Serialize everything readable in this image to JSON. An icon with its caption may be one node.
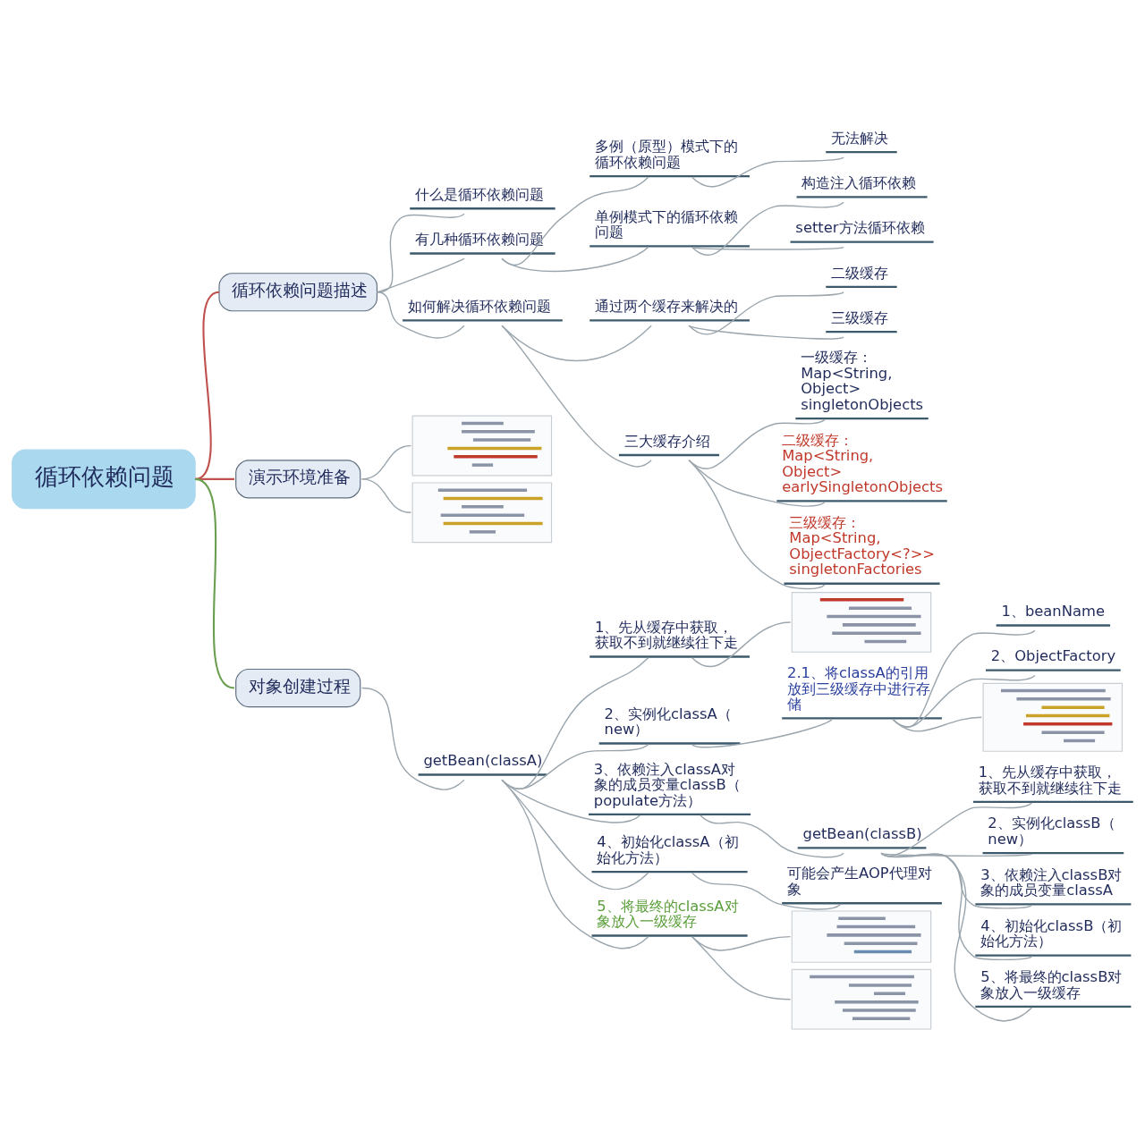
{
  "diagram": {
    "nodes": [
      {
        "text": [
          "循环依赖问题"
        ]
      },
      {
        "text": [
          "循环依赖问题描述"
        ]
      },
      {
        "text": [
          "什么是循环依赖问题"
        ]
      },
      {
        "text": [
          "有几种循环依赖问题"
        ]
      },
      {
        "text": [
          "多例（原型）模式下的循环依赖问题"
        ]
      },
      {
        "text": [
          "无法解决"
        ]
      },
      {
        "text": [
          "单例模式下的循环依赖问题"
        ]
      },
      {
        "text": [
          "构造注入循环依赖"
        ]
      },
      {
        "text": [
          "setter方法循环依赖"
        ]
      },
      {
        "text": [
          "如何解决循环依赖问题"
        ]
      },
      {
        "text": [
          "通过两个缓存来解决的"
        ]
      },
      {
        "text": [
          "二级缓存"
        ]
      },
      {
        "text": [
          "三级缓存"
        ]
      },
      {
        "text": [
          "三大缓存介绍"
        ]
      },
      {
        "text": [
          "一级缓存：Map<String, Object> singletonObjects"
        ]
      },
      {
        "text": [
          "二级缓存：Map<String, Object> earlySingletonObjects"
        ]
      },
      {
        "text": [
          "三级缓存：Map<String, ObjectFactory<?>> singletonFactories"
        ]
      },
      {
        "text": [
          "演示环境准备"
        ]
      },
      {
        "text": [],
        "shape": "picture"
      },
      {
        "text": [],
        "shape": "picture"
      },
      {
        "text": [
          "对象创建过程"
        ]
      },
      {
        "text": [
          "getBean(classA)"
        ]
      },
      {
        "text": [
          "1、先从缓存中获取，获取不到就继续往下走"
        ]
      },
      {
        "text": [],
        "shape": "picture"
      },
      {
        "text": [
          "2、实例化classA（new）"
        ]
      },
      {
        "text": [
          "2.1、将classA的引用放到三级缓存中进行存储"
        ]
      },
      {
        "text": [
          "1、beanName"
        ]
      },
      {
        "text": [
          "2、ObjectFactory"
        ]
      },
      {
        "text": [],
        "shape": "picture"
      },
      {
        "text": [
          "3、依赖注入classA对象的成员变量classB（populate方法）"
        ]
      },
      {
        "text": [
          "getBean(classB)"
        ]
      },
      {
        "text": [
          "1、先从缓存中获取，获取不到就继续往下走"
        ]
      },
      {
        "text": [
          "2、实例化classB（new）"
        ]
      },
      {
        "text": [
          "3、依赖注入classB对象的成员变量classA"
        ]
      },
      {
        "text": [
          "4、初始化classB（初始化方法）"
        ]
      },
      {
        "text": [
          "5、将最终的classB对象放入一级缓存"
        ]
      },
      {
        "text": [
          "4、初始化classA（初始化方法）"
        ]
      },
      {
        "text": [
          "可能会产生AOP代理对象"
        ]
      },
      {
        "text": [
          "5、将最终的classA对象放入一级缓存"
        ]
      },
      {
        "text": [],
        "shape": "picture"
      },
      {
        "text": [],
        "shape": "picture"
      }
    ],
    "edges": [
      {
        "from": 0,
        "to": 1,
        "arrow": "none",
        "color": "#c0504d"
      },
      {
        "from": 1,
        "to": 2,
        "arrow": "none"
      },
      {
        "from": 1,
        "to": 3,
        "arrow": "none"
      },
      {
        "from": 3,
        "to": 4,
        "arrow": "none"
      },
      {
        "from": 4,
        "to": 5,
        "arrow": "none"
      },
      {
        "from": 3,
        "to": 6,
        "arrow": "none"
      },
      {
        "from": 6,
        "to": 7,
        "arrow": "none"
      },
      {
        "from": 6,
        "to": 8,
        "arrow": "none"
      },
      {
        "from": 1,
        "to": 9,
        "arrow": "none"
      },
      {
        "from": 9,
        "to": 10,
        "arrow": "none"
      },
      {
        "from": 10,
        "to": 11,
        "arrow": "none"
      },
      {
        "from": 10,
        "to": 12,
        "arrow": "none"
      },
      {
        "from": 9,
        "to": 13,
        "arrow": "none"
      },
      {
        "from": 13,
        "to": 14,
        "arrow": "none"
      },
      {
        "from": 13,
        "to": 15,
        "arrow": "none"
      },
      {
        "from": 13,
        "to": 16,
        "arrow": "none"
      },
      {
        "from": 0,
        "to": 17,
        "arrow": "none",
        "color": "#c0504d"
      },
      {
        "from": 17,
        "to": 18,
        "arrow": "none"
      },
      {
        "from": 17,
        "to": 19,
        "arrow": "none"
      },
      {
        "from": 0,
        "to": 20,
        "arrow": "none",
        "color": "#6a9f4f"
      },
      {
        "from": 20,
        "to": 21,
        "arrow": "none"
      },
      {
        "from": 21,
        "to": 22,
        "arrow": "none"
      },
      {
        "from": 22,
        "to": 23,
        "arrow": "none"
      },
      {
        "from": 21,
        "to": 24,
        "arrow": "none"
      },
      {
        "from": 24,
        "to": 25,
        "arrow": "none"
      },
      {
        "from": 25,
        "to": 26,
        "arrow": "none"
      },
      {
        "from": 25,
        "to": 27,
        "arrow": "none"
      },
      {
        "from": 25,
        "to": 28,
        "arrow": "none"
      },
      {
        "from": 21,
        "to": 29,
        "arrow": "none"
      },
      {
        "from": 29,
        "to": 30,
        "arrow": "none"
      },
      {
        "from": 30,
        "to": 31,
        "arrow": "none"
      },
      {
        "from": 30,
        "to": 32,
        "arrow": "none"
      },
      {
        "from": 30,
        "to": 33,
        "arrow": "none"
      },
      {
        "from": 30,
        "to": 34,
        "arrow": "none"
      },
      {
        "from": 30,
        "to": 35,
        "arrow": "none"
      },
      {
        "from": 21,
        "to": 36,
        "arrow": "none"
      },
      {
        "from": 36,
        "to": 37,
        "arrow": "none"
      },
      {
        "from": 21,
        "to": 38,
        "arrow": "none"
      },
      {
        "from": 38,
        "to": 39,
        "arrow": "none"
      },
      {
        "from": 38,
        "to": 40,
        "arrow": "none"
      }
    ]
  }
}
